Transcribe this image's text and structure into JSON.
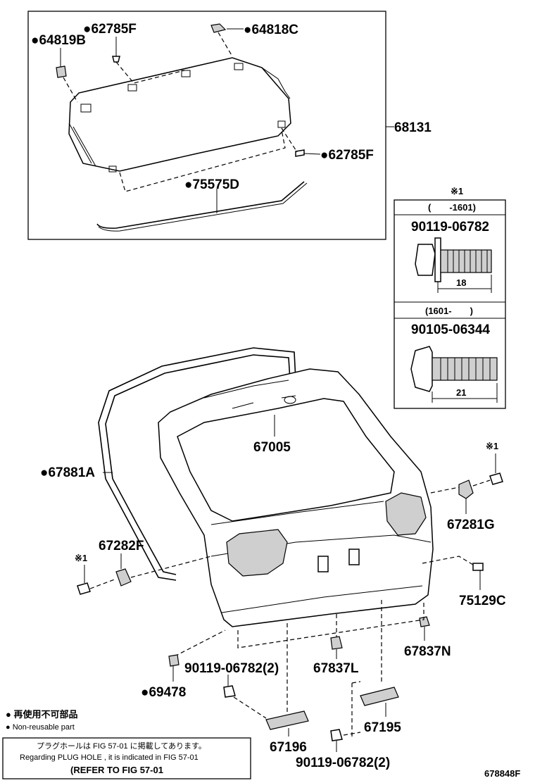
{
  "glass_group": {
    "group_number": "68131",
    "labels": {
      "clip_upper": "●62785F",
      "clip_lower": "●62785F",
      "stopper_left": "●64819B",
      "stopper_right": "●64818C",
      "molding": "●75575D"
    }
  },
  "bolt_table": {
    "marker": "※1",
    "rows": [
      {
        "period": "(　　-1601)",
        "part_no": "90119-06782",
        "length": "18"
      },
      {
        "period": "(1601-　　)",
        "part_no": "90105-06344",
        "length": "21"
      }
    ]
  },
  "parts": {
    "door_panel": "67005",
    "weatherstrip": "●67881A",
    "hinge_cover_right": "67281G",
    "hinge_cover_left": "67282F",
    "marker_right": "※1",
    "marker_left": "※1",
    "cushion": "75129C",
    "grommet_n": "67837N",
    "grommet_l": "67837L",
    "bolt_a": "90119-06782(2)",
    "bolt_b": "90119-06782(2)",
    "clip": "●69478",
    "cover_right": "67195",
    "cover_left": "67196"
  },
  "legend": {
    "jp": "● 再使用不可部品",
    "en": "● Non-reusable part"
  },
  "notes": {
    "line1": "プラグホールは FIG 57-01 に掲載してあります。",
    "line2": "Regarding PLUG HOLE , it is indicated in FIG 57-01",
    "line3": "(REFER TO FIG 57-01"
  },
  "figure_code": "678848F"
}
